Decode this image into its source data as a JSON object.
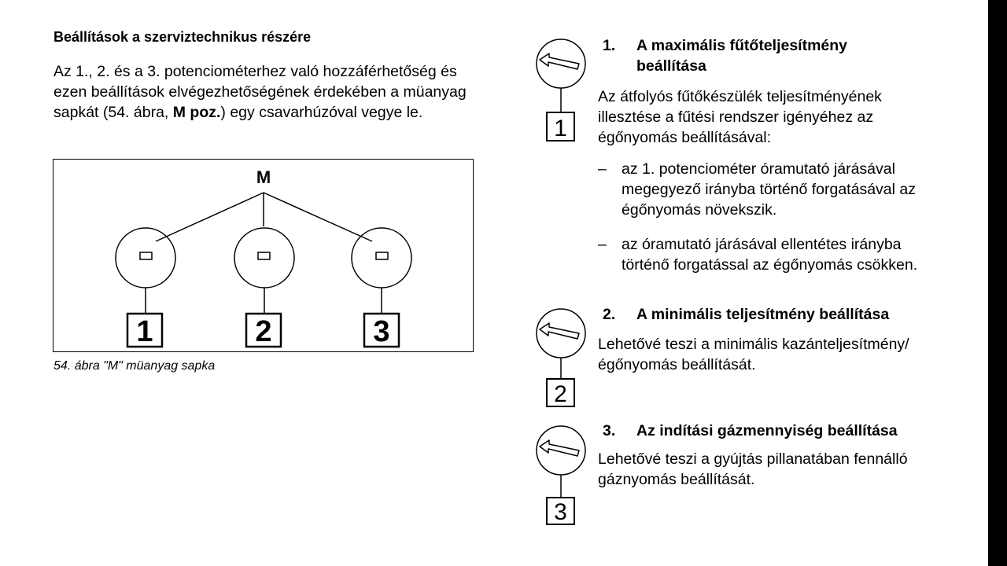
{
  "left": {
    "heading": "Beállítások a szerviztechnikus részére",
    "intro_pre": "Az 1., 2. és a 3. potenciométerhez való hozzáférhetőség és ezen beállítások elvégezhetőségének érdekében a müanyag sapkát (54. ábra, ",
    "intro_bold": "M poz.",
    "intro_post": ") egy csavarhúzóval vegye le.",
    "figure": {
      "top_label": "M",
      "box_labels": [
        "1",
        "2",
        "3"
      ],
      "caption": "54. ábra  \"M\" müanyag sapka"
    }
  },
  "sections": [
    {
      "num": "1.",
      "title_line1": "A maximális fűtőteljesítmény",
      "title_line2": "beállítása",
      "icon_label": "1",
      "intro": "Az átfolyós fűtőkészülék teljesítményének illesztése a fűtési rendszer igényéhez az égőnyomás beállításával:",
      "bullets": [
        "az 1. potenciométer óramutató járásával megegyező irányba történő forgatásával az égőnyomás növekszik.",
        "az óramutató járásával ellentétes irányba történő forgatással az égőnyomás csökken."
      ],
      "dash": "–"
    },
    {
      "num": "2.",
      "title": "A minimális teljesítmény beállítása",
      "icon_label": "2",
      "text": "Lehetővé teszi a minimális kazánteljesítmény/égőnyomás beállítását."
    },
    {
      "num": "3.",
      "title": "Az indítási gázmennyiség beállítása",
      "icon_label": "3",
      "text": "Lehetővé teszi a gyújtás pillanatában fennálló gáznyomás beállítását."
    }
  ]
}
